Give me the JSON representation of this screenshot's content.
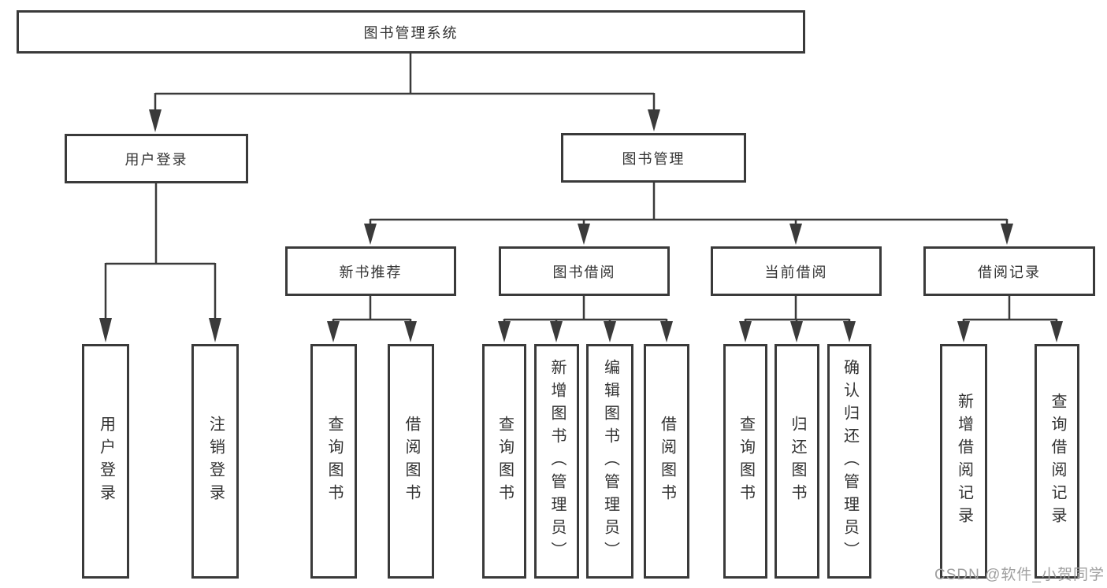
{
  "root": {
    "label": "图书管理系统"
  },
  "level2": [
    {
      "id": "user-login",
      "label": "用户登录"
    },
    {
      "id": "book-management",
      "label": "图书管理"
    }
  ],
  "level3": [
    {
      "id": "new-book-recommend",
      "label": "新书推荐",
      "parent": "book-management"
    },
    {
      "id": "book-borrowing",
      "label": "图书借阅",
      "parent": "book-management"
    },
    {
      "id": "current-borrowing",
      "label": "当前借阅",
      "parent": "book-management"
    },
    {
      "id": "borrow-records",
      "label": "借阅记录",
      "parent": "book-management"
    }
  ],
  "leaves": [
    {
      "id": "user-login-leaf",
      "label": "用户登录",
      "parent": "user-login"
    },
    {
      "id": "logout",
      "label": "注销登录",
      "parent": "user-login"
    },
    {
      "id": "query-books-recommend",
      "label": "查询图书",
      "parent": "new-book-recommend"
    },
    {
      "id": "borrow-books-recommend",
      "label": "借阅图书",
      "parent": "new-book-recommend"
    },
    {
      "id": "query-books-borrowing",
      "label": "查询图书",
      "parent": "book-borrowing"
    },
    {
      "id": "add-book-admin",
      "label": "新增图书（管理员）",
      "parent": "book-borrowing"
    },
    {
      "id": "edit-book-admin",
      "label": "编辑图书（管理员）",
      "parent": "book-borrowing"
    },
    {
      "id": "borrow-books-borrowing",
      "label": "借阅图书",
      "parent": "book-borrowing"
    },
    {
      "id": "query-books-current",
      "label": "查询图书",
      "parent": "current-borrowing"
    },
    {
      "id": "return-books",
      "label": "归还图书",
      "parent": "current-borrowing"
    },
    {
      "id": "confirm-return-admin",
      "label": "确认归还（管理员）",
      "parent": "current-borrowing"
    },
    {
      "id": "add-borrow-record",
      "label": "新增借阅记录",
      "parent": "borrow-records"
    },
    {
      "id": "query-borrow-record",
      "label": "查询借阅记录",
      "parent": "borrow-records"
    }
  ],
  "watermark": {
    "text": "CSDN @软件_小贺同学"
  },
  "colors": {
    "line": "#3a3a3a",
    "text": "#333333",
    "background": "#ffffff",
    "watermark": "#a0a0a0"
  }
}
